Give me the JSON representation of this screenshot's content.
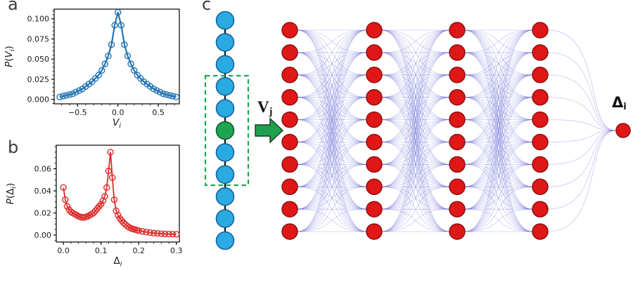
{
  "figure": {
    "background": "#ffffff",
    "panel_labels": {
      "a": "a",
      "b": "b",
      "c": "c"
    }
  },
  "chart_data": [
    {
      "id": "chart-a",
      "type": "line",
      "marker": "open-circle",
      "color": "#2474b5",
      "grid": false,
      "legend": null,
      "xlabel_parts": [
        {
          "t": "V",
          "i": 1
        },
        {
          "t": "i",
          "i": 1,
          "s": 1
        }
      ],
      "ylabel_parts": [
        {
          "t": "P",
          "i": 1
        },
        {
          "t": "("
        },
        {
          "t": "V",
          "i": 1
        },
        {
          "t": "i",
          "i": 1,
          "s": 1
        },
        {
          "t": ")"
        }
      ],
      "xlim": [
        -0.79,
        0.76
      ],
      "ylim": [
        -0.0055,
        0.112
      ],
      "xticks": [
        -0.5,
        0.0,
        0.5
      ],
      "xtick_labels": [
        "−0.5",
        "0.0",
        "0.5"
      ],
      "xminor": 0.1,
      "yticks": [
        0.0,
        0.025,
        0.05,
        0.075,
        0.1
      ],
      "ytick_labels": [
        "0.000",
        "0.025",
        "0.050",
        "0.075",
        "0.100"
      ],
      "yminor": 0.005,
      "x": [
        -0.72,
        -0.68,
        -0.64,
        -0.6,
        -0.56,
        -0.52,
        -0.48,
        -0.44,
        -0.4,
        -0.36,
        -0.32,
        -0.28,
        -0.24,
        -0.2,
        -0.16,
        -0.12,
        -0.08,
        -0.04,
        0.0,
        0.04,
        0.08,
        0.12,
        0.16,
        0.2,
        0.24,
        0.28,
        0.32,
        0.36,
        0.4,
        0.44,
        0.48,
        0.52,
        0.56,
        0.6,
        0.64,
        0.68,
        0.72
      ],
      "y": [
        0.003,
        0.004,
        0.005,
        0.006,
        0.007,
        0.009,
        0.011,
        0.013,
        0.016,
        0.019,
        0.022,
        0.026,
        0.03,
        0.036,
        0.044,
        0.054,
        0.068,
        0.092,
        0.108,
        0.092,
        0.068,
        0.054,
        0.044,
        0.036,
        0.03,
        0.026,
        0.022,
        0.019,
        0.016,
        0.013,
        0.011,
        0.009,
        0.007,
        0.006,
        0.005,
        0.004,
        0.003
      ]
    },
    {
      "id": "chart-b",
      "type": "line",
      "marker": "open-circle",
      "color": "#dd2c2c",
      "grid": false,
      "legend": null,
      "xlabel_parts": [
        {
          "t": "Δ"
        },
        {
          "t": "i",
          "i": 1,
          "s": 1
        }
      ],
      "ylabel_parts": [
        {
          "t": "P",
          "i": 1
        },
        {
          "t": "("
        },
        {
          "t": "Δ"
        },
        {
          "t": "i",
          "i": 1,
          "s": 1
        },
        {
          "t": ")"
        }
      ],
      "xlim": [
        -0.019,
        0.308
      ],
      "ylim": [
        -0.0063,
        0.0813
      ],
      "xticks": [
        0.0,
        0.1,
        0.2,
        0.3
      ],
      "xtick_labels": [
        "0.0",
        "0.1",
        "0.2",
        "0.3"
      ],
      "xminor": 0.02,
      "yticks": [
        0.0,
        0.02,
        0.04,
        0.06
      ],
      "ytick_labels": [
        "0.00",
        "0.02",
        "0.04",
        "0.06"
      ],
      "yminor": 0.005,
      "x": [
        0.0,
        0.005,
        0.01,
        0.015,
        0.02,
        0.025,
        0.03,
        0.035,
        0.04,
        0.045,
        0.05,
        0.055,
        0.06,
        0.065,
        0.07,
        0.075,
        0.08,
        0.085,
        0.09,
        0.095,
        0.1,
        0.105,
        0.11,
        0.115,
        0.12,
        0.125,
        0.13,
        0.135,
        0.14,
        0.145,
        0.15,
        0.155,
        0.16,
        0.165,
        0.17,
        0.175,
        0.18,
        0.185,
        0.19,
        0.195,
        0.2,
        0.21,
        0.22,
        0.23,
        0.24,
        0.25,
        0.26,
        0.27,
        0.28,
        0.29,
        0.3
      ],
      "y": [
        0.043,
        0.032,
        0.026,
        0.023,
        0.021,
        0.02,
        0.019,
        0.018,
        0.017,
        0.0165,
        0.016,
        0.016,
        0.0165,
        0.017,
        0.018,
        0.019,
        0.02,
        0.022,
        0.024,
        0.026,
        0.028,
        0.031,
        0.035,
        0.043,
        0.058,
        0.075,
        0.052,
        0.032,
        0.022,
        0.018,
        0.015,
        0.013,
        0.011,
        0.0095,
        0.008,
        0.007,
        0.006,
        0.0055,
        0.005,
        0.0045,
        0.004,
        0.0033,
        0.0027,
        0.0022,
        0.0018,
        0.0015,
        0.0012,
        0.001,
        0.0009,
        0.0008,
        0.0007
      ]
    }
  ],
  "diagram": {
    "chain": {
      "node_count": 11,
      "highlight_index": 5,
      "box_span": [
        3,
        7
      ],
      "node_color": "#29abe2",
      "node_edge_color": "#15629f",
      "highlight_color": "#1ea553",
      "highlight_edge_color": "#0d5c2d",
      "link_color": "#1a1a1a",
      "box_color": "#1fa84f"
    },
    "input_arrow": {
      "fill": "#1fa04e",
      "outline": "#173a20",
      "label_main": "V",
      "label_sub": "j"
    },
    "network": {
      "layers": [
        10,
        10,
        10,
        10
      ],
      "output_count": 1,
      "node_color": "#e01717",
      "node_edge_color": "#8f1010",
      "edge_color": "rgba(95,100,210,0.32)",
      "output_label_main": "Δ",
      "output_label_sub": "i"
    }
  }
}
